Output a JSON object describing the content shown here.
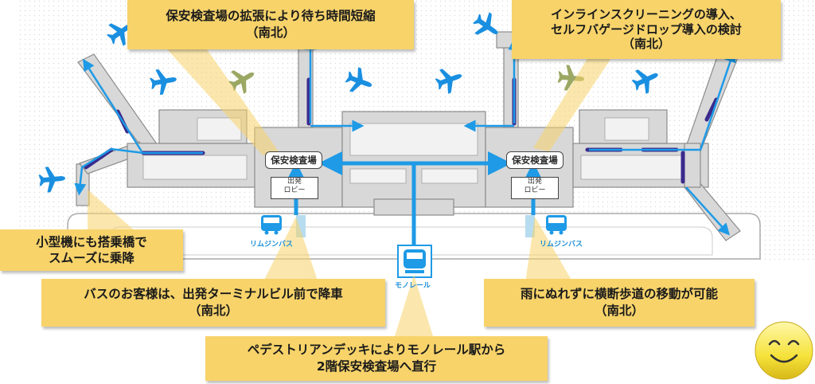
{
  "callouts": {
    "security_expansion": {
      "line1": "保安検査場の拡張により待ち時間短縮",
      "line2": "（南北）"
    },
    "inline_screening": {
      "line1": "インラインスクリーニングの導入、",
      "line2": "セルフバゲージドロップ導入の検討",
      "line3": "（南北）"
    },
    "small_aircraft": {
      "line1": "小型機にも搭乗橋で",
      "line2": "スムーズに乗降"
    },
    "bus_passengers": {
      "line1": "バスのお客様は、出発ターミナルビル前で降車",
      "line2": "（南北）"
    },
    "rain_walkway": {
      "line1": "雨にぬれずに横断歩道の移動が可能",
      "line2": "（南北）"
    },
    "pedestrian_deck": {
      "line1": "ペデストリアンデッキによりモノレール駅から",
      "line2": "2階保安検査場へ直行"
    }
  },
  "map_labels": {
    "security_left": "保安検査場",
    "security_right": "保安検査場",
    "lobby_left_line1": "出発",
    "lobby_left_line2": "ロビー",
    "lobby_right_line1": "出発",
    "lobby_right_line2": "ロビー",
    "limousine_left": "リムジンバス",
    "limousine_right": "リムジンバス",
    "monorail": "モノレール"
  },
  "icons": [
    "airplane-icon",
    "bus-icon",
    "monorail-icon",
    "smiley-icon"
  ],
  "colors": {
    "callout_bg": "#f7d36a",
    "route_blue": "#1e9ae6",
    "boarding_bridge_purple": "#3a2a8c",
    "airplane_blue": "#1a8fe0",
    "airplane_olive": "#8a9a4a",
    "building_gray": "#d8d8d8"
  }
}
